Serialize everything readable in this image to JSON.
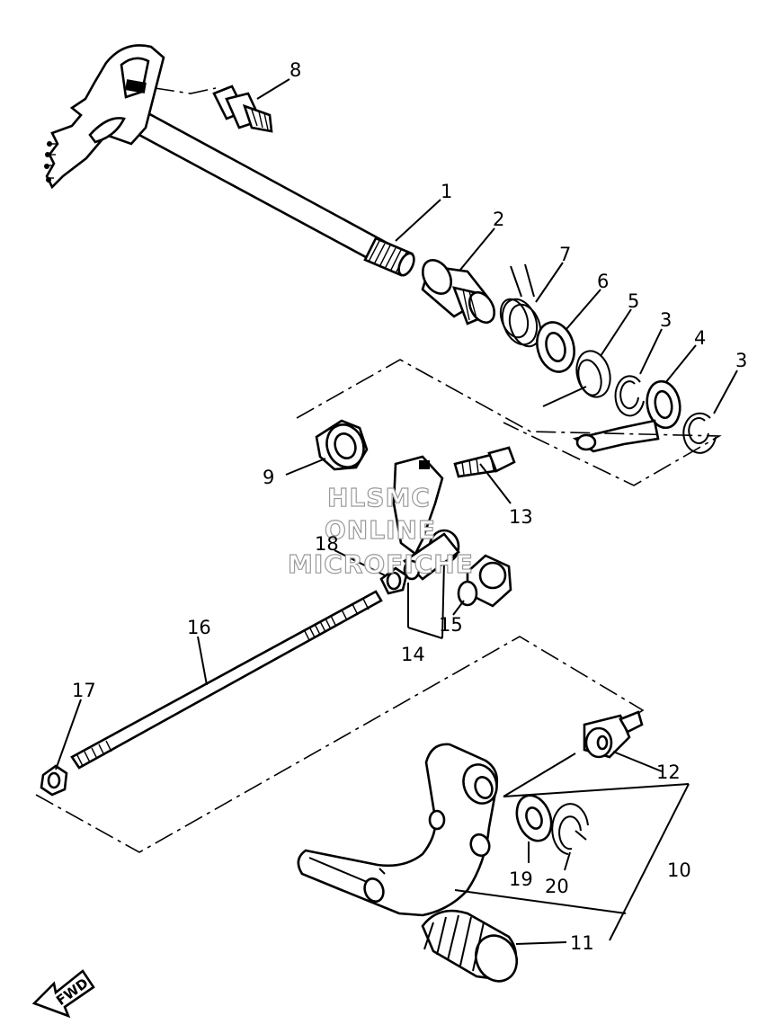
{
  "callouts": [
    {
      "id": "1",
      "text": "1"
    },
    {
      "id": "2",
      "text": "2"
    },
    {
      "id": "3a",
      "text": "3"
    },
    {
      "id": "3b",
      "text": "3"
    },
    {
      "id": "4",
      "text": "4"
    },
    {
      "id": "5",
      "text": "5"
    },
    {
      "id": "6",
      "text": "6"
    },
    {
      "id": "7",
      "text": "7"
    },
    {
      "id": "8",
      "text": "8"
    },
    {
      "id": "9",
      "text": "9"
    },
    {
      "id": "10",
      "text": "10"
    },
    {
      "id": "11",
      "text": "11"
    },
    {
      "id": "12",
      "text": "12"
    },
    {
      "id": "13",
      "text": "13"
    },
    {
      "id": "14",
      "text": "14"
    },
    {
      "id": "15",
      "text": "15"
    },
    {
      "id": "16",
      "text": "16"
    },
    {
      "id": "17",
      "text": "17"
    },
    {
      "id": "18",
      "text": "18"
    },
    {
      "id": "19",
      "text": "19"
    },
    {
      "id": "20",
      "text": "20"
    }
  ],
  "watermark": {
    "line1": "HLSMC",
    "line2": "ONLINE",
    "line3": "MICROFICHE"
  },
  "direction_arrow": {
    "text": "FWD"
  },
  "colors": {
    "ink": "#000000",
    "background": "#ffffff",
    "watermark_outline": "#9a9a9a"
  }
}
